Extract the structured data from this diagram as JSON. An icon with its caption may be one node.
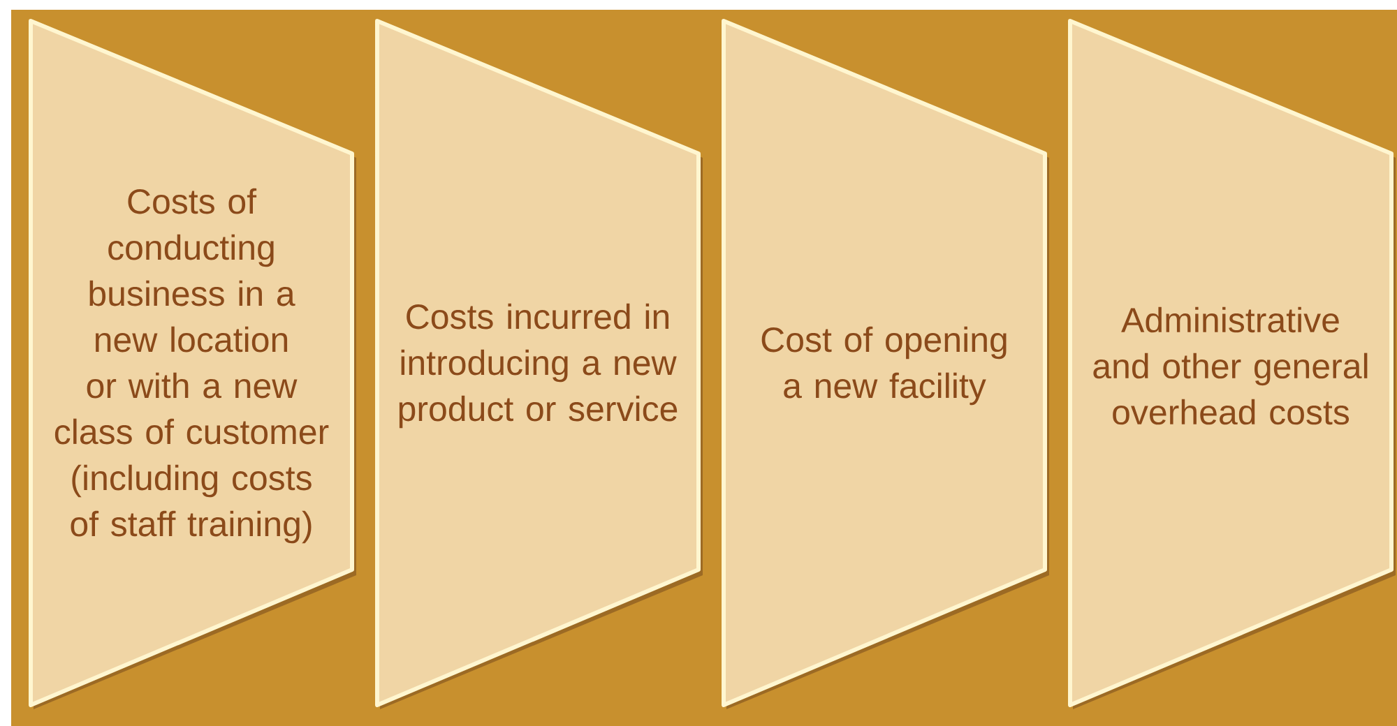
{
  "diagram": {
    "nodes": [
      {
        "text": [
          "Costs of conducting business in a new location or with a new class of customer (including costs of staff training)"
        ]
      },
      {
        "text": [
          "Costs incurred in introducing a new product or service"
        ]
      },
      {
        "text": [
          "Cost of opening a new facility"
        ]
      },
      {
        "text": [
          "Administrative and other general overhead costs"
        ]
      }
    ]
  }
}
